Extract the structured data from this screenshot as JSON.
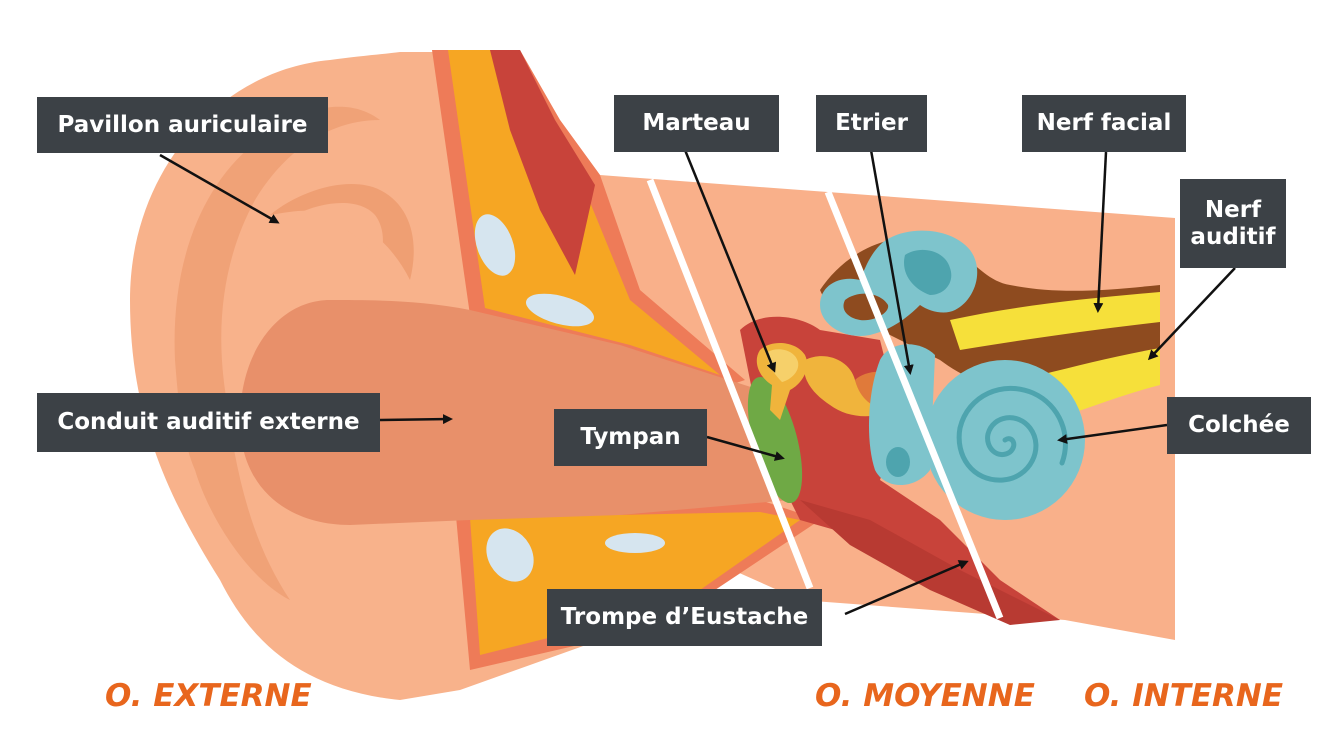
{
  "labels": {
    "pavillon": "Pavillon auriculaire",
    "conduit": "Conduit auditif externe",
    "marteau": "Marteau",
    "etrier": "Etrier",
    "nerf_facial": "Nerf facial",
    "nerf_auditif_line1": "Nerf",
    "nerf_auditif_line2": "auditif",
    "tympan": "Tympan",
    "cochlee": "Colchée",
    "trompe": "Trompe d’Eustache"
  },
  "sections": {
    "externe": "O. EXTERNE",
    "moyenne": "O. MOYENNE",
    "interne": "O. INTERNE"
  },
  "colors": {
    "skin": "#f8b28b",
    "skin_dark": "#ef9f73",
    "canal": "#e8906a",
    "tissue_orange": "#f6a623",
    "tissue_red": "#c8433a",
    "bone_light": "#d6e5ef",
    "cochlea": "#7ec4cc",
    "cochlea_dark": "#4ea4ae",
    "nerve_yellow": "#f6e03a",
    "nerve_brown": "#8e4b1f",
    "eardrum": "#6fa945",
    "ossicle": "#f0b43c",
    "label_bg": "#3c4146",
    "section_text": "#e8661d"
  },
  "icons": {
    "pavillon_arrow": "arrow-icon",
    "conduit_arrow": "arrow-icon",
    "marteau_arrow": "arrow-icon",
    "etrier_arrow": "arrow-icon",
    "nerf_facial_arrow": "arrow-icon",
    "nerf_auditif_arrow": "arrow-icon",
    "tympan_arrow": "arrow-icon",
    "cochlee_arrow": "arrow-icon",
    "trompe_arrow": "arrow-icon"
  }
}
